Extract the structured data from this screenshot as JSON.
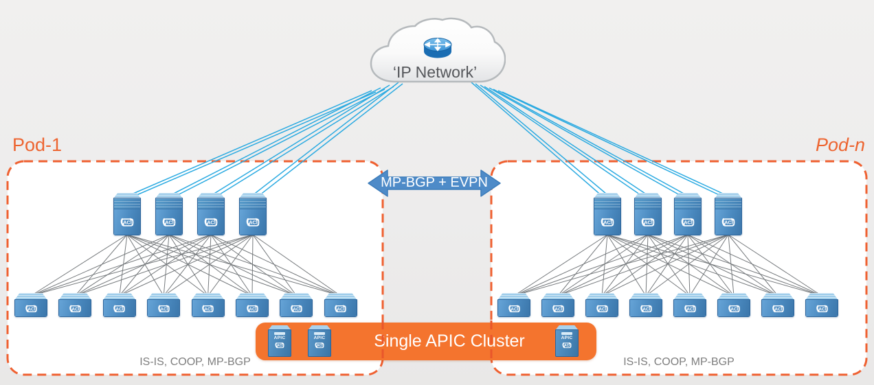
{
  "colors": {
    "background": "#eeedec",
    "pod_fill": "#ffffff",
    "pod_border_orange": "#ef6030",
    "pod_label_orange": "#ed6430",
    "banner_orange": "#f4742e",
    "cloud_link_blue": "#2baae1",
    "fabric_link_gray": "#75797c",
    "arrow_blue": "#4e8bc8",
    "device_blue": "#4a89bf",
    "device_border_blue": "#2b639a",
    "cloud_text_gray": "#54565a",
    "protocol_text_gray": "#7d7d7d"
  },
  "icons": {
    "cloud": "cloud-shape",
    "router": "router-cross-arrows-icon",
    "switch_badge": "aci-loop-badge-icon",
    "controller": "apic-server-tower-icon"
  },
  "cloud": {
    "label": "‘IP Network’"
  },
  "interpod_link": {
    "label": "MP-BGP + EVPN"
  },
  "apic_cluster": {
    "label": "Single APIC Cluster",
    "controller_top_label": "APIC",
    "controller_badge_label": "ACI",
    "controllers_in_pod1": 2,
    "controllers_in_podn": 1
  },
  "pods": [
    {
      "label": "Pod-1",
      "spines": 4,
      "leaves": 8,
      "switch_badge_label": "ACI",
      "protocols": "IS-IS, COOP, MP-BGP"
    },
    {
      "label": "Pod-n",
      "spines": 4,
      "leaves": 8,
      "switch_badge_label": "ACI",
      "protocols": "IS-IS, COOP, MP-BGP"
    }
  ]
}
